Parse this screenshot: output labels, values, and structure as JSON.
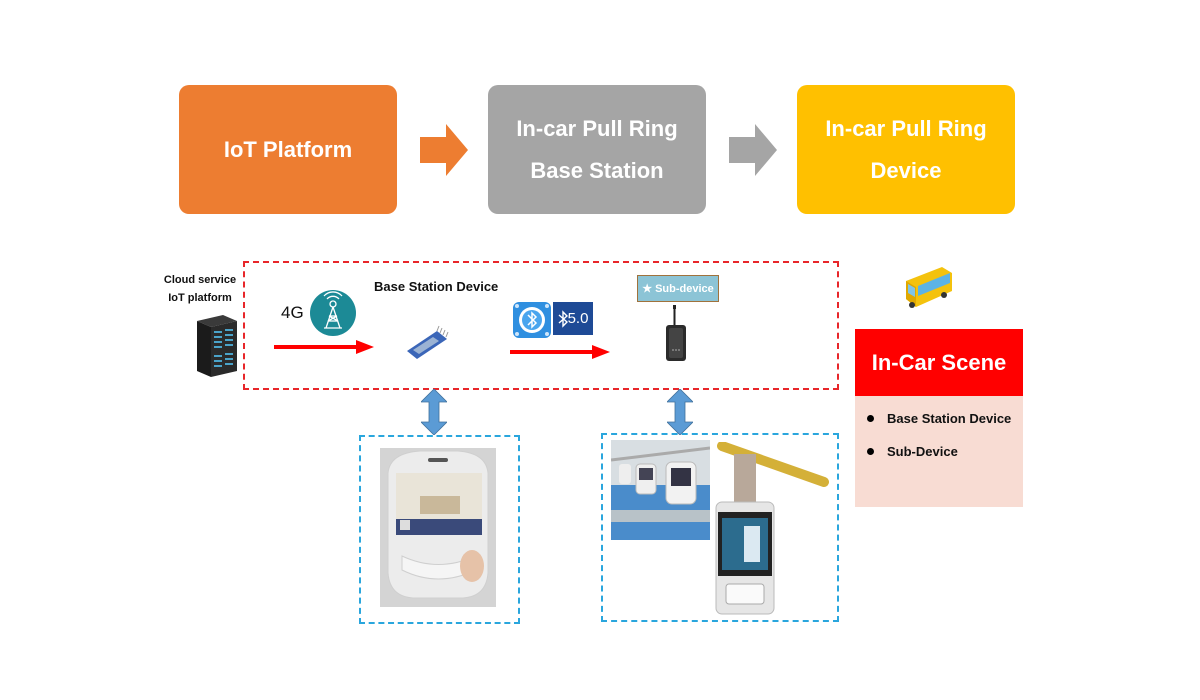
{
  "flow": {
    "steps": [
      {
        "lines": [
          "IoT Platform"
        ],
        "color": "#ed7d31"
      },
      {
        "lines": [
          "In-car Pull Ring",
          "Base Station"
        ],
        "color": "#a5a5a5"
      },
      {
        "lines": [
          "In-car Pull Ring",
          "Device"
        ],
        "color": "#ffc000"
      }
    ],
    "arrow_colors": [
      "#ed7d31",
      "#a5a5a5"
    ]
  },
  "system": {
    "cloud_label": [
      "Cloud service",
      "IoT platform"
    ],
    "link_4g_label": "4G",
    "base_station_title": "Base Station Device",
    "bluetooth_version_label": "5.0",
    "subdevice_tag": "Sub-device",
    "frame_color": "#e8262a",
    "detail_frame_color": "#2aa6dd",
    "link_arrow_color": "#ff0000"
  },
  "scene": {
    "title": "In-Car Scene",
    "items": [
      "Base Station Device",
      "Sub-Device"
    ],
    "header_color": "#ff0000",
    "body_color": "#f8dcd3"
  }
}
